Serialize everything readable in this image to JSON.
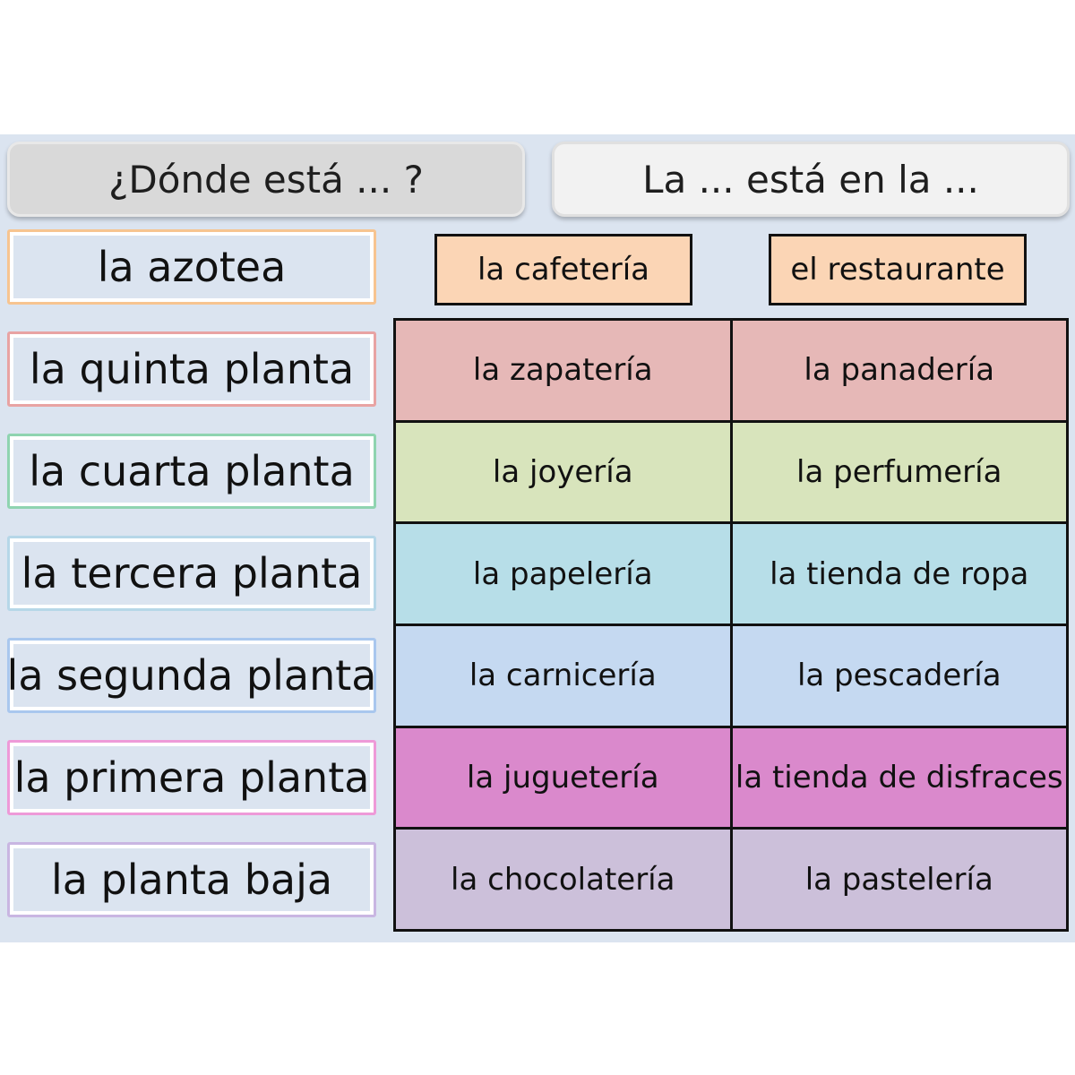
{
  "headers": {
    "question": "¿Dónde está ... ?",
    "answer": "La ... está en la ..."
  },
  "floors": [
    {
      "label": "la azotea",
      "border_color": "#f7c490"
    },
    {
      "label": "la quinta planta",
      "border_color": "#e8a3a3"
    },
    {
      "label": "la cuarta planta",
      "border_color": "#8fd4b0"
    },
    {
      "label": "la tercera planta",
      "border_color": "#b6d7e8"
    },
    {
      "label": "la segunda planta",
      "border_color": "#a9c7ee"
    },
    {
      "label": "la primera planta",
      "border_color": "#ee9ad8"
    },
    {
      "label": "la planta baja",
      "border_color": "#c9b6e2"
    }
  ],
  "top_shops": [
    {
      "label": "la cafetería",
      "color": "#fbd5b5"
    },
    {
      "label": "el restaurante",
      "color": "#fbd5b5"
    }
  ],
  "rows": [
    {
      "color": "#e6b8b7",
      "shops": [
        "la zapatería",
        "la panadería"
      ]
    },
    {
      "color": "#d8e4bc",
      "shops": [
        "la joyería",
        "la perfumería"
      ]
    },
    {
      "color": "#b7dee8",
      "shops": [
        "la papelería",
        "la tienda de ropa"
      ]
    },
    {
      "color": "#c5d9f1",
      "shops": [
        "la carnicería",
        "la pescadería"
      ]
    },
    {
      "color": "#da89cc",
      "shops": [
        "la juguetería",
        "la tienda de disfraces"
      ]
    },
    {
      "color": "#ccc0da",
      "shops": [
        "la chocolatería",
        "la pastelería"
      ]
    }
  ]
}
